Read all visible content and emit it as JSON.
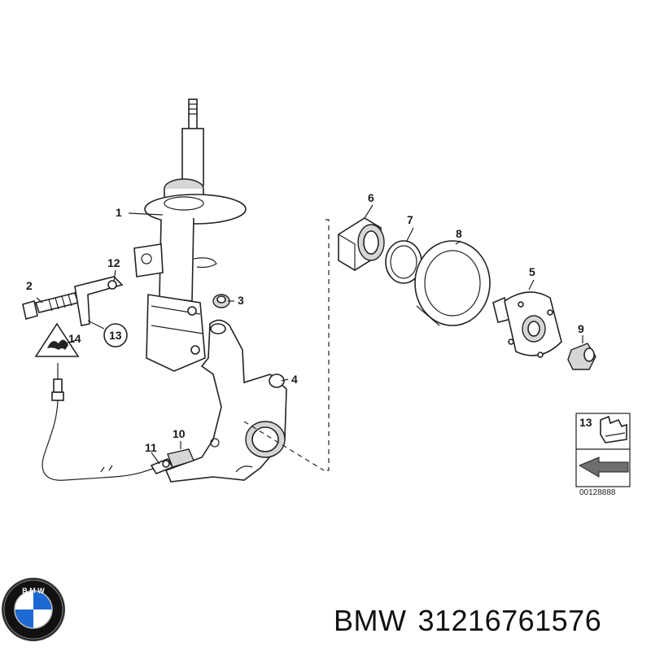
{
  "callouts": {
    "c1": "1",
    "c2": "2",
    "c3": "3",
    "c4": "4",
    "c5": "5",
    "c6": "6",
    "c7": "7",
    "c8": "8",
    "c9": "9",
    "c10": "10",
    "c11": "11",
    "c12": "12",
    "c13": "13",
    "c14": "14"
  },
  "legend": {
    "number": "13",
    "code": "00128888"
  },
  "footer": {
    "brand": "BMW",
    "part_number": "31216761576"
  },
  "logo": {
    "letters": "BMW",
    "colors": {
      "blue": "#1c69d4",
      "white": "#ffffff",
      "ring": "#111111"
    }
  }
}
